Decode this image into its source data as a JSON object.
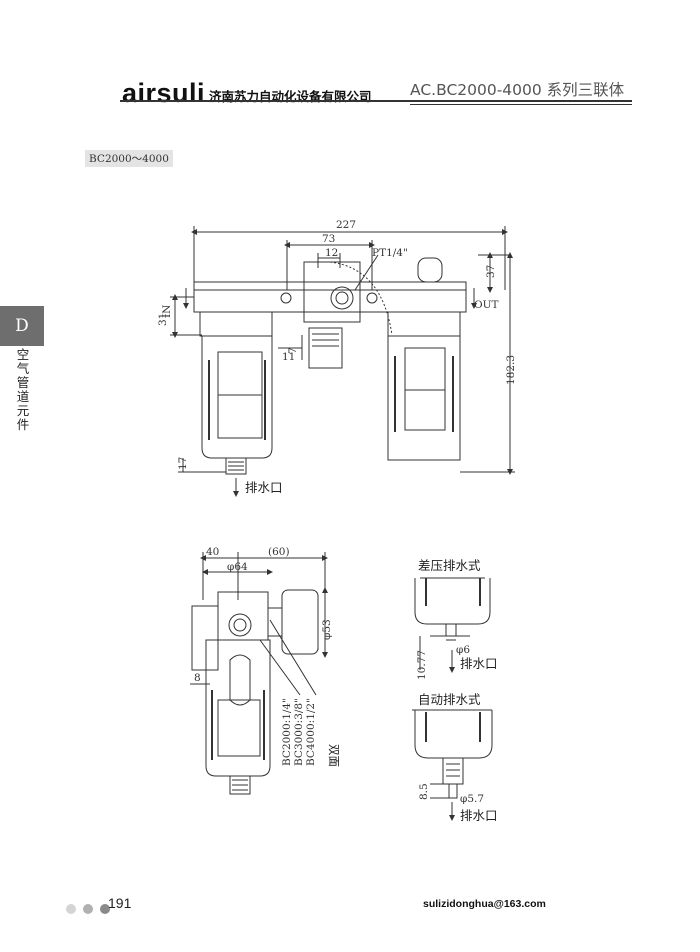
{
  "header": {
    "brand": "airsuli",
    "company": "济南苏力自动化设备有限公司",
    "series_title": "AC.BC2000-4000 系列三联体"
  },
  "model_label": "BC2000～4000",
  "side_tab": {
    "letter": "D",
    "label": "空气管道元件"
  },
  "front_view": {
    "dim_overall_width": "227",
    "dim_center_width": "73",
    "dim_gauge_offset": "12",
    "gauge_port": "PT1/4\"",
    "dim_top_height": "37",
    "inlet": "IN",
    "outlet": "OUT",
    "dim_port_height": "31",
    "dim_total_height": "182.3",
    "dim_11": "11",
    "dim_7": "7",
    "dim_17": "17",
    "drain_label": "排水口"
  },
  "side_view": {
    "dim_40": "40",
    "dim_60": "(60)",
    "dim_phi64": "φ64",
    "dim_phi53": "φ53",
    "dim_8": "8",
    "port_sizes": [
      "BC2000:1/4\"",
      "BC3000:3/8\"",
      "BC4000:1/2\""
    ],
    "both_sides": "双面"
  },
  "diff_drain": {
    "title": "差压排水式",
    "dim_phi6": "φ6",
    "dim_10_77": "10.77",
    "drain_label": "排水口"
  },
  "auto_drain": {
    "title": "自动排水式",
    "dim_8_5": "8.5",
    "dim_phi5_7": "φ5.7",
    "drain_label": "排水口"
  },
  "footer": {
    "page_number": "191",
    "email": "sulizidonghua@163.com"
  },
  "colors": {
    "side_tab": "#6e6e6e",
    "line": "#333333",
    "dot1": "#d4d4d4",
    "dot2": "#b0b0b0",
    "dot3": "#8a8a8a"
  }
}
